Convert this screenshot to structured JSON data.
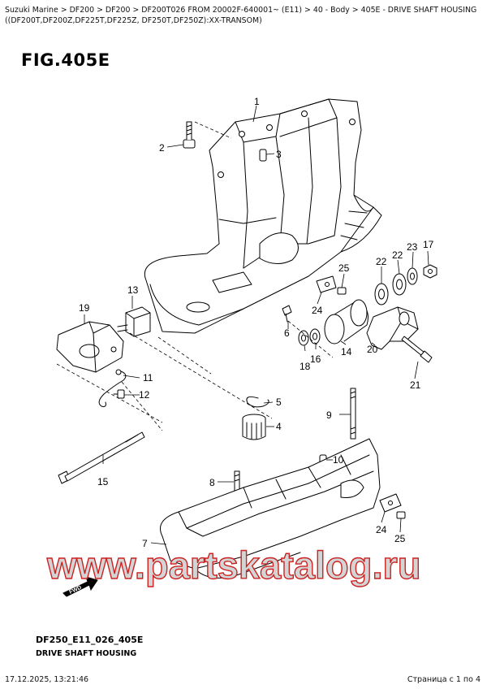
{
  "breadcrumb": "Suzuki Marine > DF200 > DF200 > DF200T026 FROM 20002F-640001~ (E11) > 40 - Body > 405E - DRIVE SHAFT HOUSING ((DF200T,DF200Z,DF225T,DF225Z, DF250T,DF250Z):XX-TRANSOM)",
  "figure_title": "FIG.405E",
  "callouts": {
    "c1": "1",
    "c2": "2",
    "c3": "3",
    "c4": "4",
    "c5": "5",
    "c6": "6",
    "c7": "7",
    "c8": "8",
    "c9": "9",
    "c10": "10",
    "c11": "11",
    "c12": "12",
    "c13": "13",
    "c14": "14",
    "c15": "15",
    "c16": "16",
    "c17": "17",
    "c18": "18",
    "c19": "19",
    "c20": "20",
    "c21": "21",
    "c22a": "22",
    "c22b": "22",
    "c23": "23",
    "c24a": "24",
    "c24b": "24",
    "c25a": "25",
    "c25b": "25"
  },
  "fwd_label": "FWD",
  "watermark": "www.partskatalog.ru",
  "footer": {
    "code": "DF250_E11_026_405E",
    "name": "DRIVE SHAFT HOUSING"
  },
  "timestamp": "17.12.2025, 13:21:46",
  "page_info": "Страница с 1 по 4"
}
